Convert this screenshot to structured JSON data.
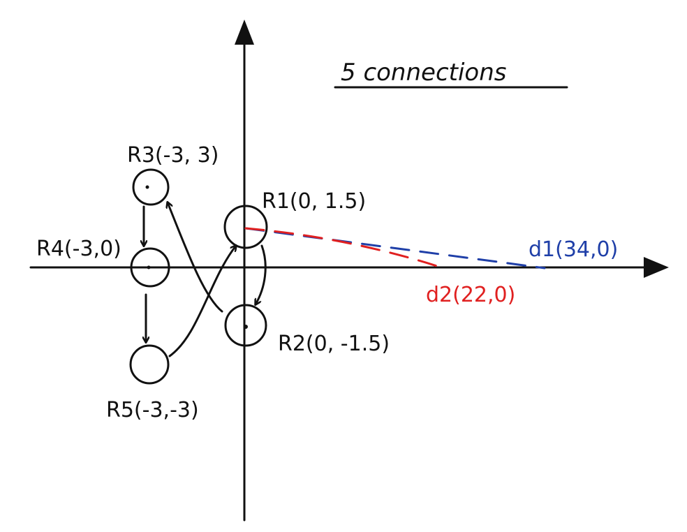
{
  "title": "5 connections",
  "nodes": [
    {
      "id": "R1",
      "label": "R1(0, 1.5)"
    },
    {
      "id": "R2",
      "label": "R2(0, -1.5)"
    },
    {
      "id": "R3",
      "label": "R3(-3, 3)"
    },
    {
      "id": "R4",
      "label": "R4(-3,0)"
    },
    {
      "id": "R5",
      "label": "R5(-3,-3)"
    }
  ],
  "distances": [
    {
      "id": "d1",
      "label": "d1(34,0)",
      "color": "#1f3fa8"
    },
    {
      "id": "d2",
      "label": "d2(22,0)",
      "color": "#e02020"
    }
  ],
  "connections": [
    {
      "from": "R3",
      "to": "R4"
    },
    {
      "from": "R4",
      "to": "R5"
    },
    {
      "from": "R5",
      "to": "R1"
    },
    {
      "from": "R1",
      "to": "R2"
    },
    {
      "from": "R2",
      "to": "R3"
    }
  ]
}
